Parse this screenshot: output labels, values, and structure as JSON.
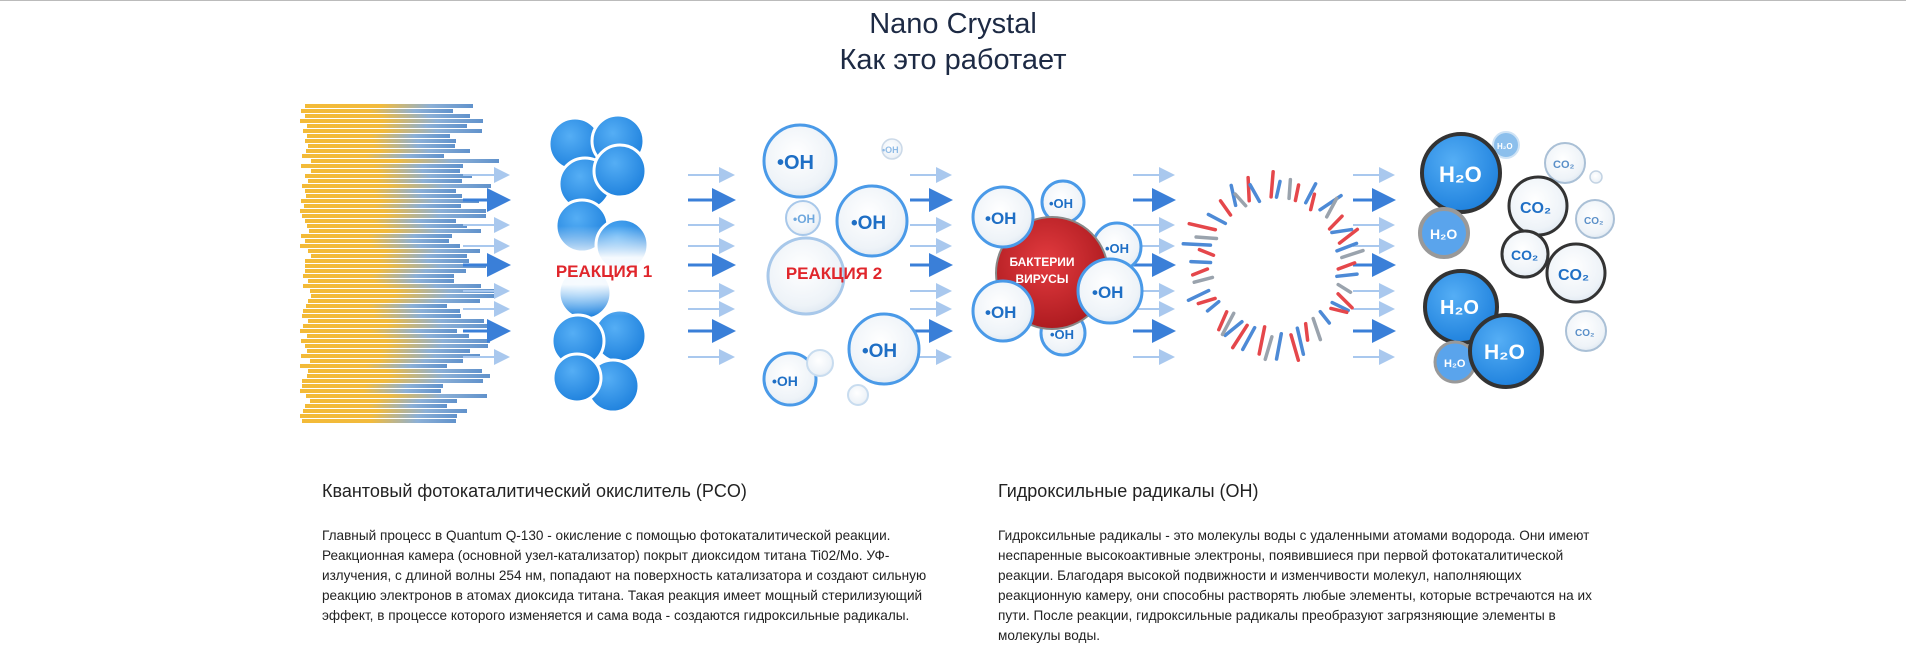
{
  "header": {
    "title": "Nano Crystal",
    "subtitle": "Как это работает"
  },
  "diagram": {
    "reaction1_label": "РЕАКЦИЯ 1",
    "reaction2_label": "РЕАКЦИЯ 2",
    "bacteria_label_line1": "БАКТЕРИИ",
    "bacteria_label_line2": "ВИРУСЫ",
    "oh_label": "•OH",
    "h2o_label": "H₂O",
    "co2_label": "CO₂",
    "colors": {
      "uv_yellow": "#f2b321",
      "uv_blue": "#5b8fcc",
      "sphere_blue": "#2a8de8",
      "arrow_blue": "#3a7fd8",
      "red_label": "#e0262c",
      "bacteria_red": "#c4242a",
      "h2o_dark_ring": "#333333"
    }
  },
  "columns": [
    {
      "heading": "Квантовый фотокаталитический окислитель (PCO)",
      "body": "Главный процесс в Quantum Q-130 - окисление с помощью фотокаталитической реакции. Реакционная камера (основной узел-катализатор) покрыт диоксидом титана Ti02/Mo. УФ-излучения, с длиной волны 254 нм, попадают на поверхность катализатора и создают сильную реакцию электронов в атомах диоксида титана. Такая реакция имеет мощный стерилизующий эффект, в процессе которого изменяется и сама вода - создаются гидроксильные радикалы."
    },
    {
      "heading": "Гидроксильные радикалы (OH)",
      "body": "Гидроксильные радикалы - это молекулы воды с удаленными атомами водорода. Они имеют неспаренные высокоактивные электроны, появившиеся при первой фотокаталитической реакции. Благодаря высокой подвижности и изменчивости молекул, наполняющих реакционную камеру, они способны растворять любые элементы, которые встречаются на их пути. После реакции, гидроксильные радикалы преобразуют загрязняющие элементы в молекулы воды."
    }
  ]
}
